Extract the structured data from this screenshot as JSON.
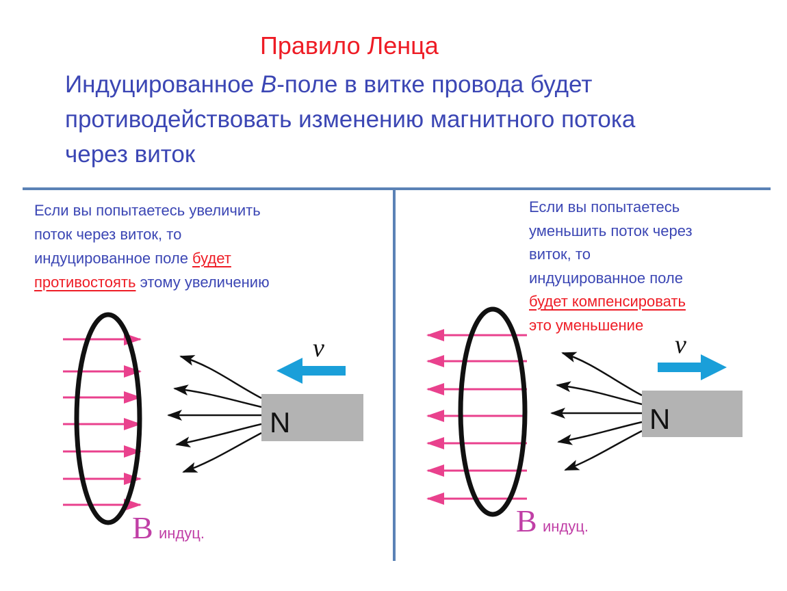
{
  "title": "Правило Ленца",
  "subtitle": {
    "line1_pre": "Индуцированное ",
    "line1_b": "B",
    "line1_post": "-поле в витке провода будет",
    "line2": "противодействовать изменению магнитного потока",
    "line3": "через виток"
  },
  "left_panel": {
    "line1": "Если вы попытаетесь увеличить",
    "line2": "поток через виток, то",
    "line3_pre": "индуцированное поле ",
    "line3_red": "будет",
    "line4_red": "противостоять",
    "line4_post": " этому увеличению",
    "magnet_label": "N",
    "velocity_label": "v",
    "b_label": "B",
    "b_sub": "индуц."
  },
  "right_panel": {
    "line1": "Если вы попытаетесь",
    "line2": "уменьшить поток через",
    "line3": "виток, то",
    "line4": "индуцированное поле",
    "line5_red": "будет компенсировать",
    "line6_red": "это уменьшение",
    "magnet_label": "N",
    "velocity_label": "v",
    "b_label": "B",
    "b_sub": "индуц."
  },
  "colors": {
    "title": "#ee1c25",
    "text": "#3b46b4",
    "divider": "#5b82b6",
    "field_arrows": "#e9418d",
    "velocity_arrow": "#1a9fd9",
    "magnet": "#b3b3b3",
    "b_label": "#c03fa6"
  }
}
